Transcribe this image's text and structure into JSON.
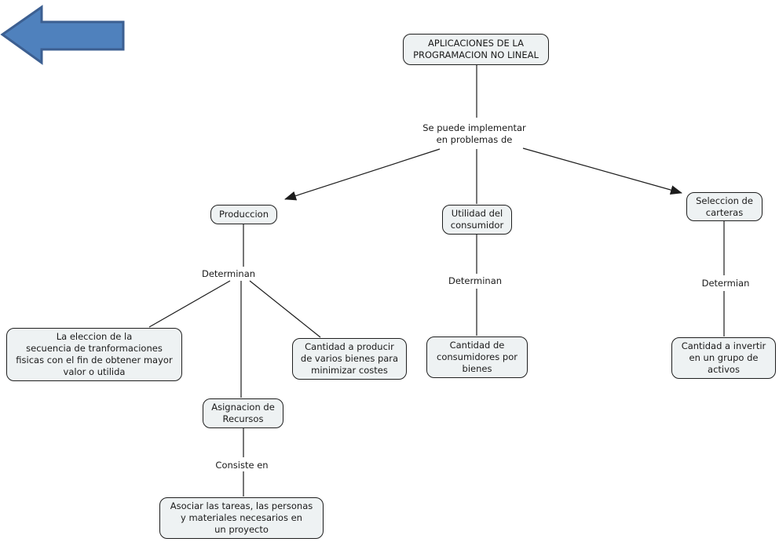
{
  "diagram": {
    "type": "concept-map",
    "title": "APLICACIONES DE LA PROGRAMACION NO LINEAL"
  },
  "colors": {
    "node_fill": "#eef2f3",
    "node_border": "#1f1f1f",
    "line_color": "#1c1c1c",
    "arrow_fill": "#4f81bd",
    "arrow_border": "#3c5f91"
  },
  "nodes": {
    "root": "APLICACIONES DE LA\nPROGRAMACION NO LINEAL",
    "produccion": "Produccion",
    "utilidad": "Utilidad del\nconsumidor",
    "seleccion": "Seleccion de\ncarteras",
    "eleccion": "La eleccion de la\nsecuencia de tranformaciones\nfisicas con el fin de obtener mayor\nvalor o utilida",
    "cantidad_producir": "Cantidad a producir\nde varios bienes para\nminimizar costes",
    "asignacion": "Asignacion de\nRecursos",
    "cantidad_consumidores": "Cantidad de\nconsumidores por\nbienes",
    "cantidad_invertir": "Cantidad a invertir\nen un grupo de\nactivos",
    "asociar": "Asociar las tareas, las personas\ny materiales necesarios en\nun proyecto"
  },
  "links": {
    "implementar": "Se puede implementar\nen problemas de",
    "determinan_produccion": "Determinan",
    "determinan_utilidad": "Determinan",
    "determian_seleccion": "Determian",
    "consiste_en": "Consiste en"
  }
}
